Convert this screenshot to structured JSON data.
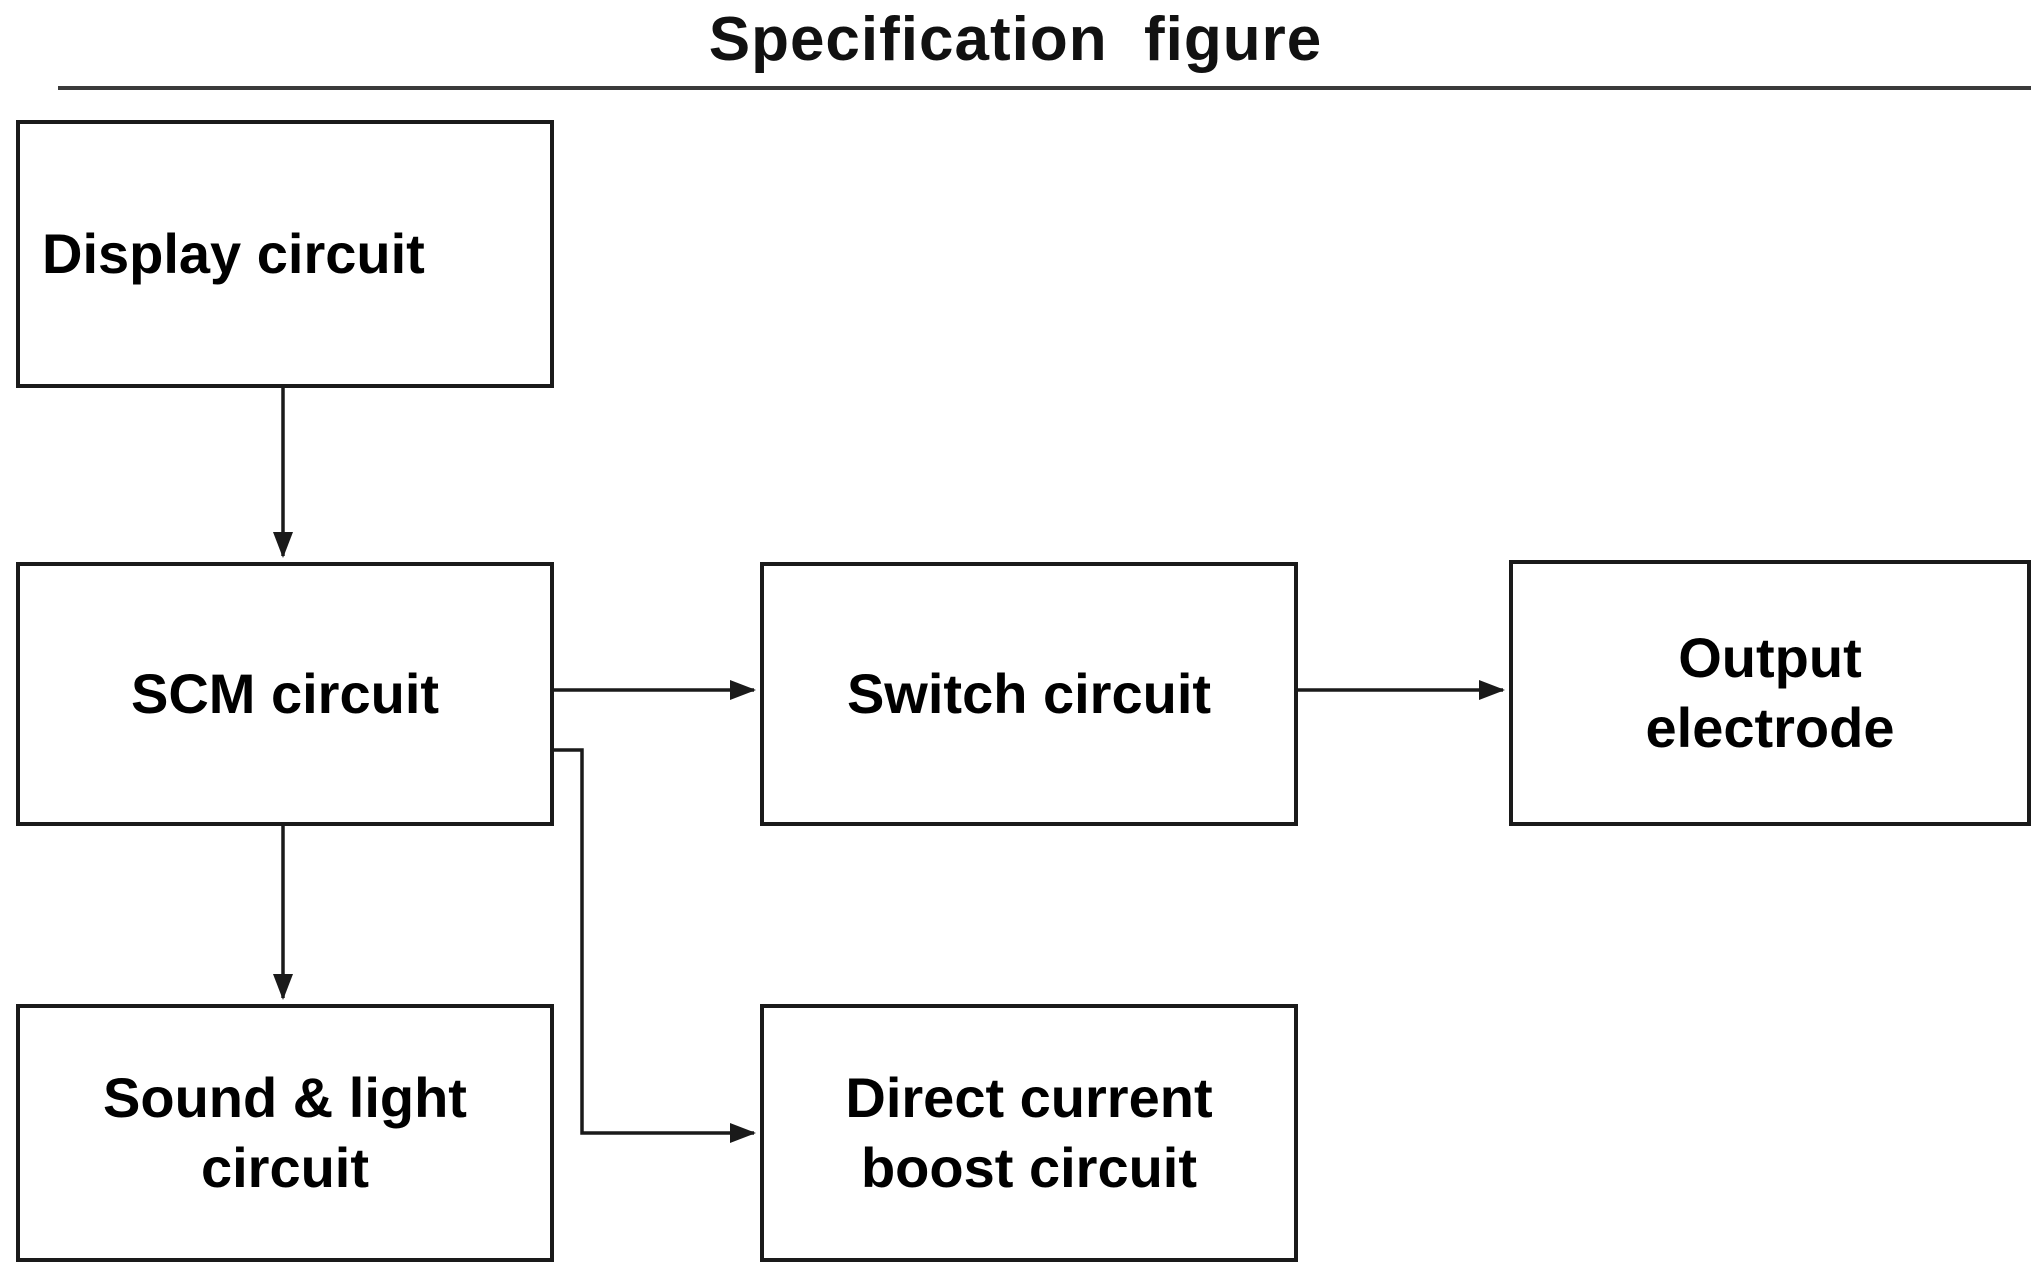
{
  "title": "Specification  figure",
  "diagram_type": "block-diagram",
  "nodes": [
    {
      "id": "display",
      "label": "Display circuit"
    },
    {
      "id": "scm",
      "label": "SCM  circuit"
    },
    {
      "id": "switch",
      "label": "Switch  circuit"
    },
    {
      "id": "output",
      "label": "Output\nelectrode"
    },
    {
      "id": "sound",
      "label": "Sound & light\ncircuit"
    },
    {
      "id": "boost",
      "label": "Direct current\nboost circuit"
    }
  ],
  "edges": [
    {
      "from": "Display circuit",
      "to": "SCM circuit",
      "style": "straight-down"
    },
    {
      "from": "SCM circuit",
      "to": "Switch circuit",
      "style": "straight-right"
    },
    {
      "from": "Switch circuit",
      "to": "Output electrode",
      "style": "straight-right"
    },
    {
      "from": "SCM circuit",
      "to": "Sound & light circuit",
      "style": "straight-down"
    },
    {
      "from": "SCM circuit",
      "to": "Direct current boost circuit",
      "style": "elbow-right-down-right"
    }
  ],
  "colors": {
    "background": "#ffffff",
    "line": "#1a1a1a",
    "text": "#000000"
  }
}
